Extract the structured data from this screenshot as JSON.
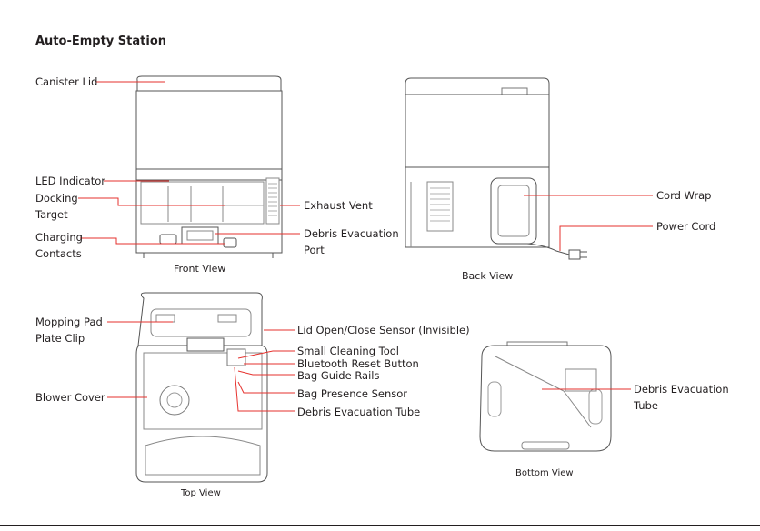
{
  "title": "Auto-Empty Station",
  "colors": {
    "leader": "#e6322e",
    "outline": "#555555",
    "ink": "#231f20"
  },
  "front_view": {
    "caption": "Front View",
    "labels": {
      "canister_lid": "Canister Lid",
      "led_indicator": "LED Indicator",
      "docking_target_1": "Docking",
      "docking_target_2": "Target",
      "charging_contacts_1": "Charging",
      "charging_contacts_2": "Contacts",
      "exhaust_vent": "Exhaust Vent",
      "debris_port_1": "Debris Evacuation",
      "debris_port_2": "Port"
    }
  },
  "back_view": {
    "caption": "Back View",
    "labels": {
      "cord_wrap": "Cord Wrap",
      "power_cord": "Power Cord"
    }
  },
  "top_view": {
    "caption": "Top View",
    "labels": {
      "mopping_pad_1": "Mopping Pad",
      "mopping_pad_2": "Plate Clip",
      "blower_cover": "Blower Cover",
      "lid_sensor": "Lid Open/Close Sensor (Invisible)",
      "cleaning_tool": "Small Cleaning Tool",
      "bluetooth_reset": "Bluetooth Reset Button",
      "bag_guide_rails": "Bag Guide Rails",
      "bag_presence_sensor": "Bag Presence Sensor",
      "debris_tube": "Debris Evacuation Tube"
    }
  },
  "bottom_view": {
    "caption": "Bottom View",
    "labels": {
      "debris_tube_1": "Debris Evacuation",
      "debris_tube_2": "Tube"
    }
  }
}
